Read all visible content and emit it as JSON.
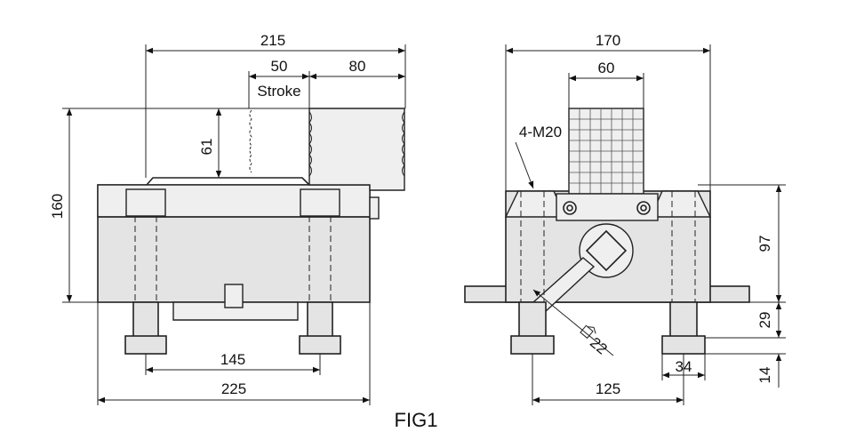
{
  "figure": {
    "caption": "FIG1",
    "left_view": {
      "dim_overall_length": "215",
      "dim_stroke": "50",
      "stroke_label": "Stroke",
      "dim_jaw_width": "80",
      "dim_jaw_height": "61",
      "dim_total_height": "160",
      "dim_bolt_spacing": "145",
      "dim_base_length": "225"
    },
    "right_view": {
      "dim_overall_width": "170",
      "dim_jaw_top": "60",
      "thread_label": "4-M20",
      "dim_body_height": "97",
      "dim_flange": "29",
      "dim_foot": "14",
      "dim_bolt_spacing": "125",
      "dim_foot_width": "34",
      "wrench_size": "22"
    }
  }
}
